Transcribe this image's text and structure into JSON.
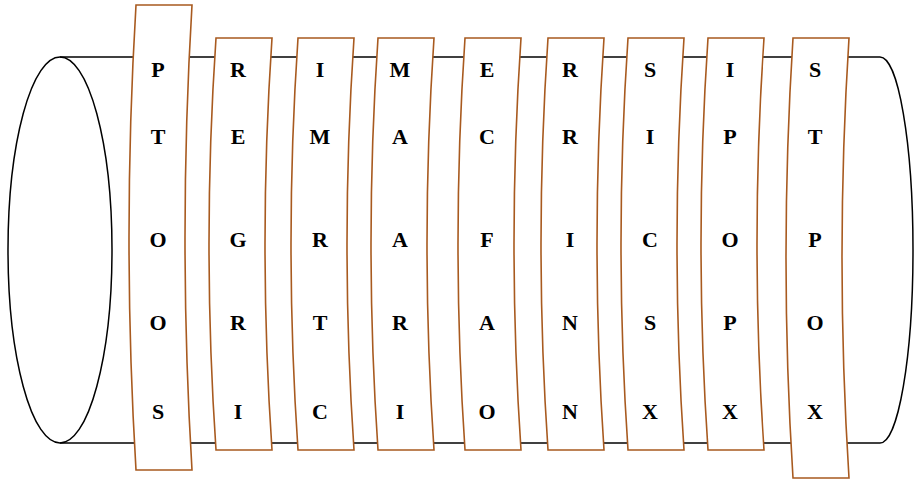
{
  "diagram": {
    "nodes": [
      {
        "text": [
          "P",
          "T",
          "O",
          "O",
          "S"
        ]
      },
      {
        "text": [
          "R",
          "E",
          "G",
          "R",
          "I"
        ]
      },
      {
        "text": [
          "I",
          "M",
          "R",
          "T",
          "C"
        ]
      },
      {
        "text": [
          "M",
          "A",
          "A",
          "R",
          "I"
        ]
      },
      {
        "text": [
          "E",
          "C",
          "F",
          "A",
          "O"
        ]
      },
      {
        "text": [
          "R",
          "R",
          "I",
          "N",
          "N"
        ]
      },
      {
        "text": [
          "S",
          "I",
          "C",
          "S",
          "X"
        ]
      },
      {
        "text": [
          "I",
          "P",
          "O",
          "P",
          "X"
        ]
      },
      {
        "text": [
          "S",
          "T",
          "P",
          "O",
          "X"
        ]
      }
    ]
  }
}
